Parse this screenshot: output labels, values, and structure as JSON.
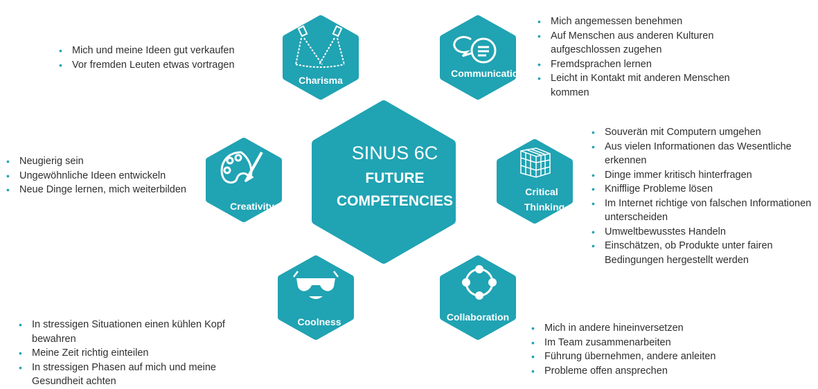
{
  "colors": {
    "hex_fill": "#20a3b3",
    "text": "#2f2f2f",
    "bullet": "#20a3b3"
  },
  "center": {
    "title": "SINUS 6C",
    "subtitle_line1": "FUTURE",
    "subtitle_line2": "COMPETENCIES"
  },
  "hexagons": {
    "charisma": {
      "label": "Charisma",
      "icon": "spotlights-icon"
    },
    "communication": {
      "label": "Communication",
      "icon": "speech-bubbles-icon"
    },
    "creativity": {
      "label": "Creativity",
      "icon": "palette-brush-icon"
    },
    "critical_thinking": {
      "label_line1": "Critical",
      "label_line2": "Thinking",
      "icon": "rubiks-cube-icon"
    },
    "coolness": {
      "label": "Coolness",
      "icon": "sunglasses-face-icon"
    },
    "collaboration": {
      "label": "Collaboration",
      "icon": "connected-circle-icon"
    }
  },
  "lists": {
    "charisma": [
      "Mich und meine Ideen gut verkaufen",
      "Vor fremden Leuten etwas vortragen"
    ],
    "communication": [
      " Mich angemessen benehmen",
      " Auf Menschen aus anderen Kulturen aufgeschlossen zugehen",
      "Fremdsprachen lernen",
      "Leicht in Kontakt mit anderen Menschen kommen"
    ],
    "creativity": [
      "Neugierig sein",
      "Ungewöhnliche Ideen entwickeln",
      "Neue Dinge lernen, mich weiterbilden"
    ],
    "critical_thinking": [
      "Souverän mit Computern umgehen",
      "Aus vielen Informationen das Wesentliche erkennen",
      "Dinge immer kritisch hinterfragen",
      "Knifflige Probleme lösen",
      "Im Internet richtige von falschen Informationen unterscheiden",
      "Umweltbewusstes Handeln",
      "Einschätzen, ob Produkte unter fairen Bedingungen hergestellt werden"
    ],
    "coolness": [
      "In stressigen Situationen einen kühlen Kopf bewahren",
      "Meine Zeit richtig einteilen",
      "In stressigen Phasen auf mich und meine Gesundheit achten"
    ],
    "collaboration": [
      "Mich in andere hineinversetzen",
      "Im Team zusammenarbeiten",
      "Führung  übernehmen, andere anleiten",
      "Probleme offen ansprechen"
    ]
  }
}
